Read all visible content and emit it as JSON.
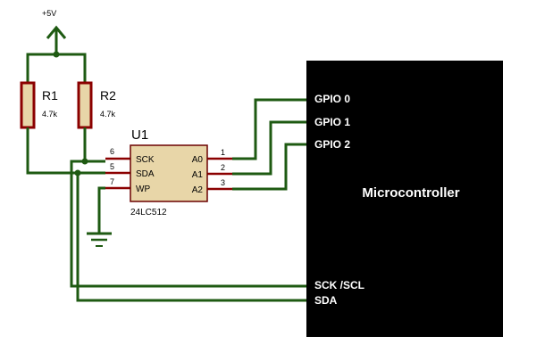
{
  "power": {
    "label": "+5V"
  },
  "resistors": [
    {
      "ref": "R1",
      "value": "4.7k"
    },
    {
      "ref": "R2",
      "value": "4.7k"
    }
  ],
  "eeprom": {
    "ref": "U1",
    "part": "24LC512",
    "left_pins": [
      {
        "num": "6",
        "name": "SCK"
      },
      {
        "num": "5",
        "name": "SDA"
      },
      {
        "num": "7",
        "name": "WP"
      }
    ],
    "right_pins": [
      {
        "num": "1",
        "name": "A0"
      },
      {
        "num": "2",
        "name": "A1"
      },
      {
        "num": "3",
        "name": "A2"
      }
    ]
  },
  "mcu": {
    "title": "Microcontroller",
    "pins": [
      "GPIO 0",
      "GPIO 1",
      "GPIO 2",
      "SCK /SCL",
      "SDA"
    ]
  },
  "colors": {
    "wire": "#1e5a12",
    "pin_lead": "#8b0000",
    "resistor_fill": "#e8d6a8",
    "chip_fill": "#e8d6a8",
    "mcu_fill": "#000000"
  }
}
